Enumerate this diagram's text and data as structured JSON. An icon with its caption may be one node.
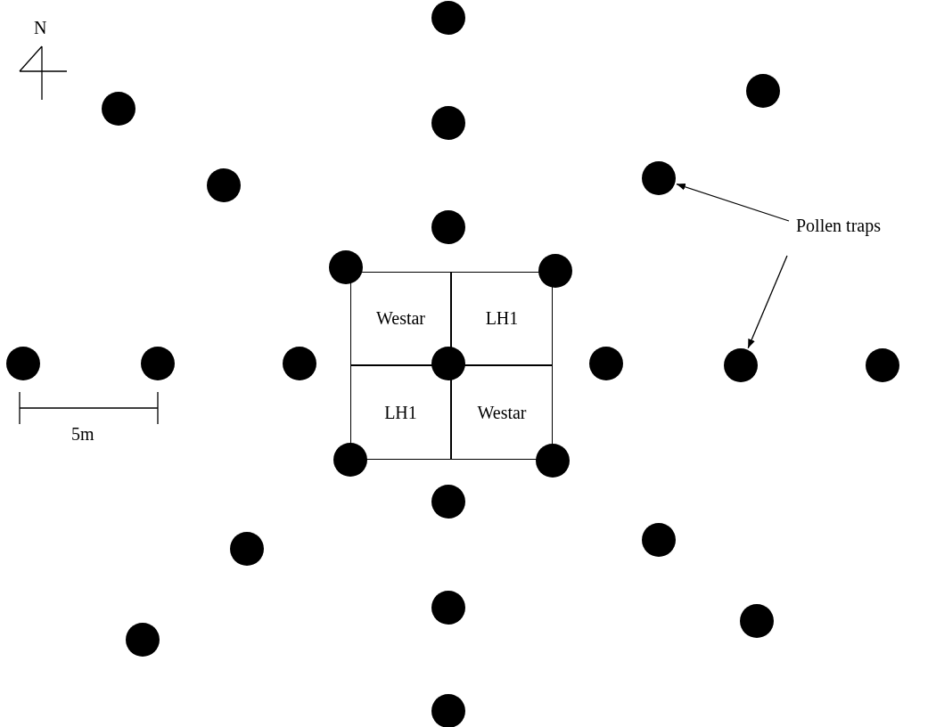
{
  "diagram": {
    "nodes": [
      {
        "text": [
          "Westar"
        ]
      },
      {
        "text": [
          "LH1"
        ]
      },
      {
        "text": [
          "LH1"
        ]
      },
      {
        "text": [
          "Westar"
        ]
      },
      {
        "text": [
          "Pollen traps"
        ]
      },
      {
        "text": [],
        "shape": "circle"
      },
      {
        "text": [],
        "shape": "circle"
      },
      {
        "text": [],
        "shape": "circle"
      },
      {
        "text": [],
        "shape": "circle"
      },
      {
        "text": [],
        "shape": "circle"
      },
      {
        "text": [],
        "shape": "circle"
      },
      {
        "text": [],
        "shape": "circle"
      },
      {
        "text": [],
        "shape": "circle"
      },
      {
        "text": [],
        "shape": "circle"
      },
      {
        "text": [],
        "shape": "circle"
      },
      {
        "text": [],
        "shape": "circle"
      },
      {
        "text": [],
        "shape": "circle"
      },
      {
        "text": [],
        "shape": "circle"
      },
      {
        "text": [],
        "shape": "circle"
      },
      {
        "text": [],
        "shape": "circle"
      },
      {
        "text": [],
        "shape": "circle"
      },
      {
        "text": [],
        "shape": "circle"
      },
      {
        "text": [],
        "shape": "circle"
      },
      {
        "text": [],
        "shape": "circle"
      },
      {
        "text": [],
        "shape": "circle"
      },
      {
        "text": [],
        "shape": "circle"
      },
      {
        "text": [],
        "shape": "circle"
      },
      {
        "text": [],
        "shape": "circle"
      },
      {
        "text": [],
        "shape": "circle"
      },
      {
        "text": [],
        "shape": "circle"
      }
    ],
    "edges": [
      {
        "from": 4,
        "to": 9,
        "arrow": "to"
      },
      {
        "from": 4,
        "to": 19,
        "arrow": "to"
      }
    ],
    "labels": [
      "N",
      "5m"
    ]
  }
}
